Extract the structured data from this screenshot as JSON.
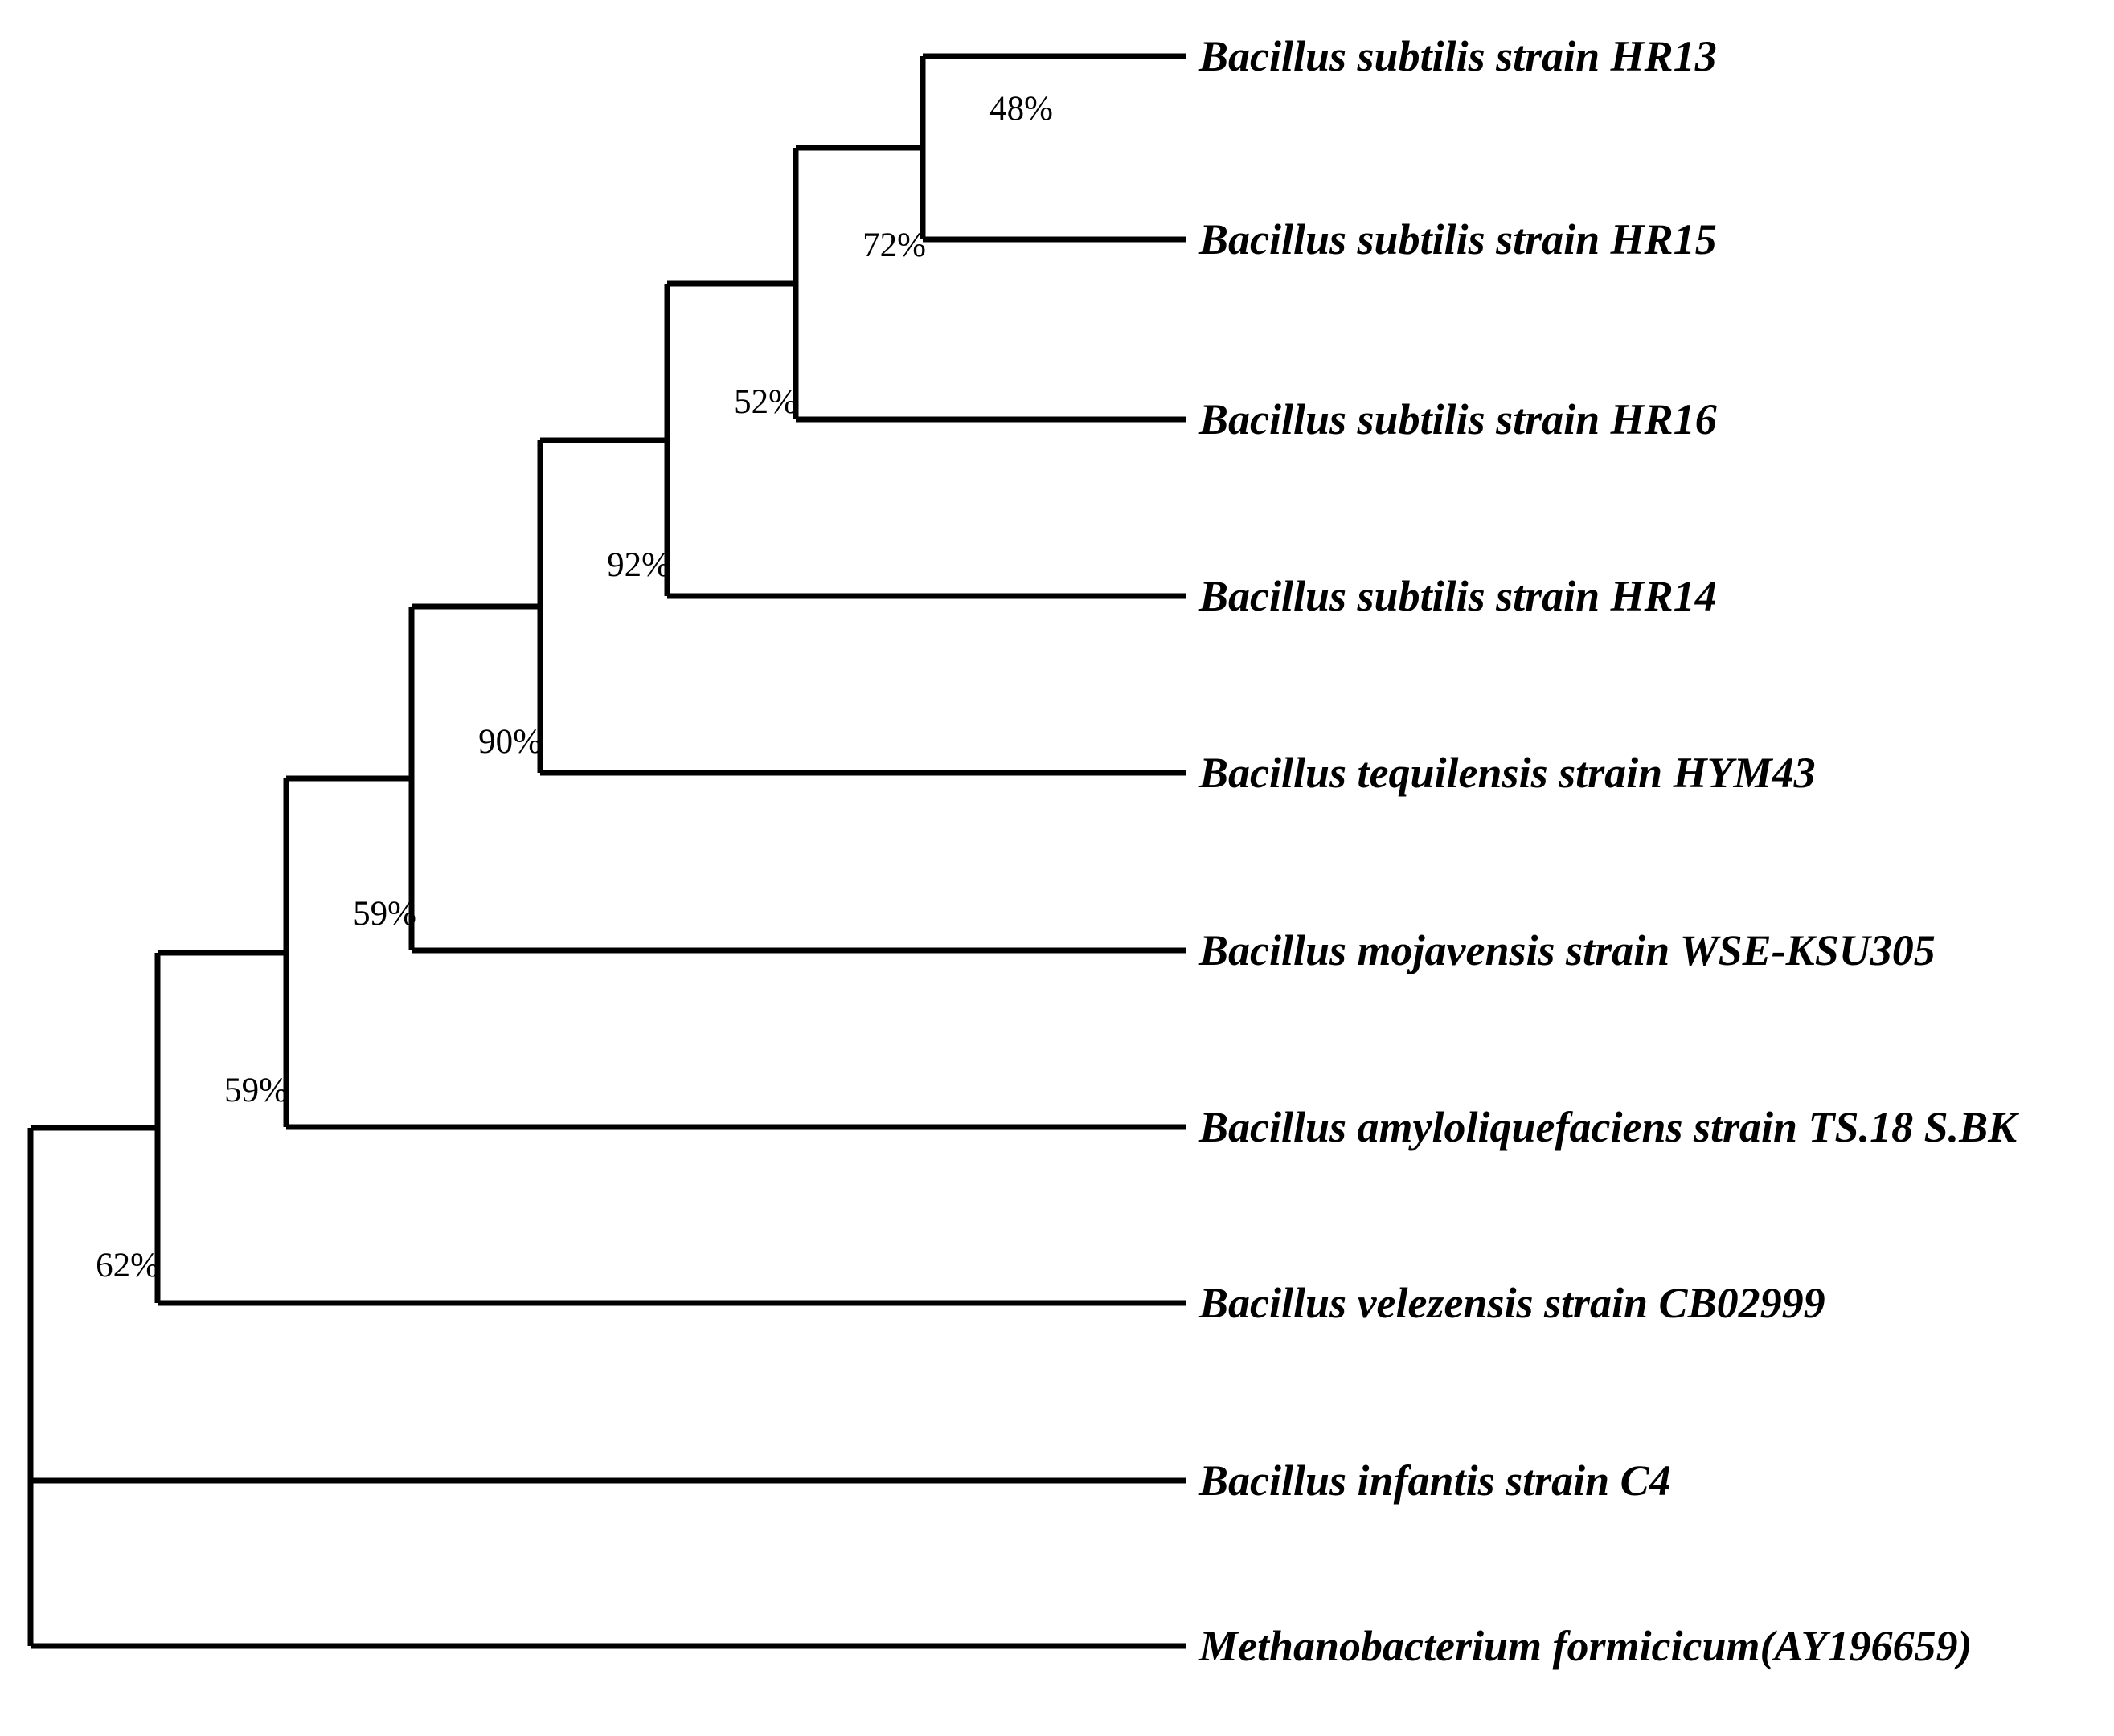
{
  "figure": {
    "type": "phylogenetic-tree",
    "style": "cladogram",
    "orientation": "left-to-right",
    "line_color": "#000000",
    "background_color": "#ffffff",
    "text_color": "#000000"
  },
  "taxa": [
    {
      "id": "hr13",
      "label": "Bacillus subtilis strain HR13"
    },
    {
      "id": "hr15",
      "label": "Bacillus subtilis strain HR15"
    },
    {
      "id": "hr16",
      "label": "Bacillus subtilis strain HR16"
    },
    {
      "id": "hr14",
      "label": "Bacillus subtilis strain HR14"
    },
    {
      "id": "hym43",
      "label": "Bacillus tequilensis strain HYM43"
    },
    {
      "id": "wse",
      "label": "Bacillus mojavensis strain WSE-KSU305"
    },
    {
      "id": "ts18",
      "label": "Bacillus amyloliquefaciens strain TS.18 S.BK"
    },
    {
      "id": "cb02999",
      "label": "Bacillus velezensis strain CB02999"
    },
    {
      "id": "c4",
      "label": "Bacillus infantis strain C4"
    },
    {
      "id": "outgroup",
      "label": "Methanobacterium formicicum(AY196659)"
    }
  ],
  "support_values": [
    {
      "id": "node-48",
      "label": "48%"
    },
    {
      "id": "node-72",
      "label": "72%"
    },
    {
      "id": "node-52",
      "label": "52%"
    },
    {
      "id": "node-92",
      "label": "92%"
    },
    {
      "id": "node-90",
      "label": "90%"
    },
    {
      "id": "node-59a",
      "label": "59%"
    },
    {
      "id": "node-59b",
      "label": "59%"
    },
    {
      "id": "node-62",
      "label": "62%"
    }
  ],
  "chart_data": {
    "type": "tree",
    "title": "",
    "tip_labels": [
      "Bacillus subtilis strain HR13",
      "Bacillus subtilis strain HR15",
      "Bacillus subtilis strain HR16",
      "Bacillus subtilis strain HR14",
      "Bacillus tequilensis strain HYM43",
      "Bacillus mojavensis strain WSE-KSU305",
      "Bacillus amyloliquefaciens strain TS.18 S.BK",
      "Bacillus velezensis strain CB02999",
      "Bacillus infantis strain C4",
      "Methanobacterium formicicum(AY196659)"
    ],
    "node_support_percent": [
      48,
      72,
      52,
      92,
      90,
      59,
      59,
      62
    ],
    "newick": "(((((((((Bacillus subtilis strain HR13,Bacillus subtilis strain HR15)48,Bacillus subtilis strain HR16)72,Bacillus subtilis strain HR14)52,Bacillus tequilensis strain HYM43)92,Bacillus mojavensis strain WSE-KSU305)90,Bacillus amyloliquefaciens strain TS.18 S.BK)59,Bacillus velezensis strain CB02999)59,Bacillus infantis strain C4)62,Methanobacterium formicicum(AY196659));",
    "nodes": [
      {
        "support": "48%",
        "children": [
          "Bacillus subtilis strain HR13",
          "Bacillus subtilis strain HR15"
        ]
      },
      {
        "support": "72%",
        "children": [
          "node-48",
          "Bacillus subtilis strain HR16"
        ]
      },
      {
        "support": "52%",
        "children": [
          "node-72",
          "Bacillus subtilis strain HR14"
        ]
      },
      {
        "support": "92%",
        "children": [
          "node-52",
          "Bacillus tequilensis strain HYM43"
        ]
      },
      {
        "support": "90%",
        "children": [
          "node-92",
          "Bacillus mojavensis strain WSE-KSU305"
        ]
      },
      {
        "support": "59%",
        "children": [
          "node-90",
          "Bacillus amyloliquefaciens strain TS.18 S.BK"
        ]
      },
      {
        "support": "59%",
        "children": [
          "node-59a",
          "Bacillus velezensis strain CB02999"
        ]
      },
      {
        "support": "62%",
        "children": [
          "node-59b",
          "Bacillus infantis strain C4"
        ]
      },
      {
        "support": "",
        "children": [
          "node-62",
          "Methanobacterium formicicum(AY196659)"
        ]
      }
    ]
  }
}
